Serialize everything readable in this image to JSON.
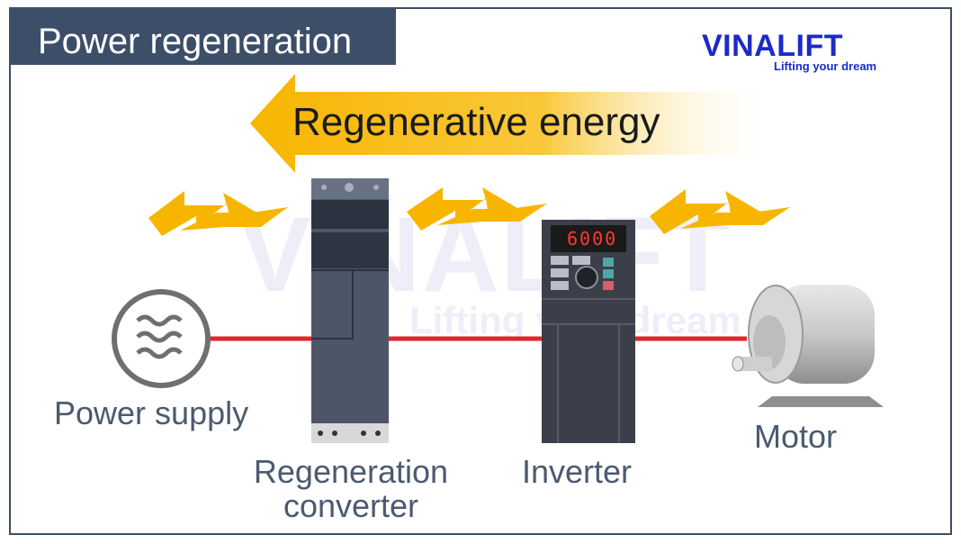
{
  "title": "Power regeneration",
  "brand": {
    "name": "VINALIFT",
    "tagline": "Lifting your dream"
  },
  "arrow_label": "Regenerative energy",
  "components": {
    "power_supply": "Power supply",
    "regeneration_converter_line1": "Regeneration",
    "regeneration_converter_line2": "converter",
    "inverter": "Inverter",
    "motor": "Motor"
  },
  "inverter_display": "6000",
  "colors": {
    "title_bar": "#3c4e68",
    "brand": "#1c2ac9",
    "arrow": "#f7b500",
    "wire": "#e0262f",
    "device": "#4d5568"
  }
}
